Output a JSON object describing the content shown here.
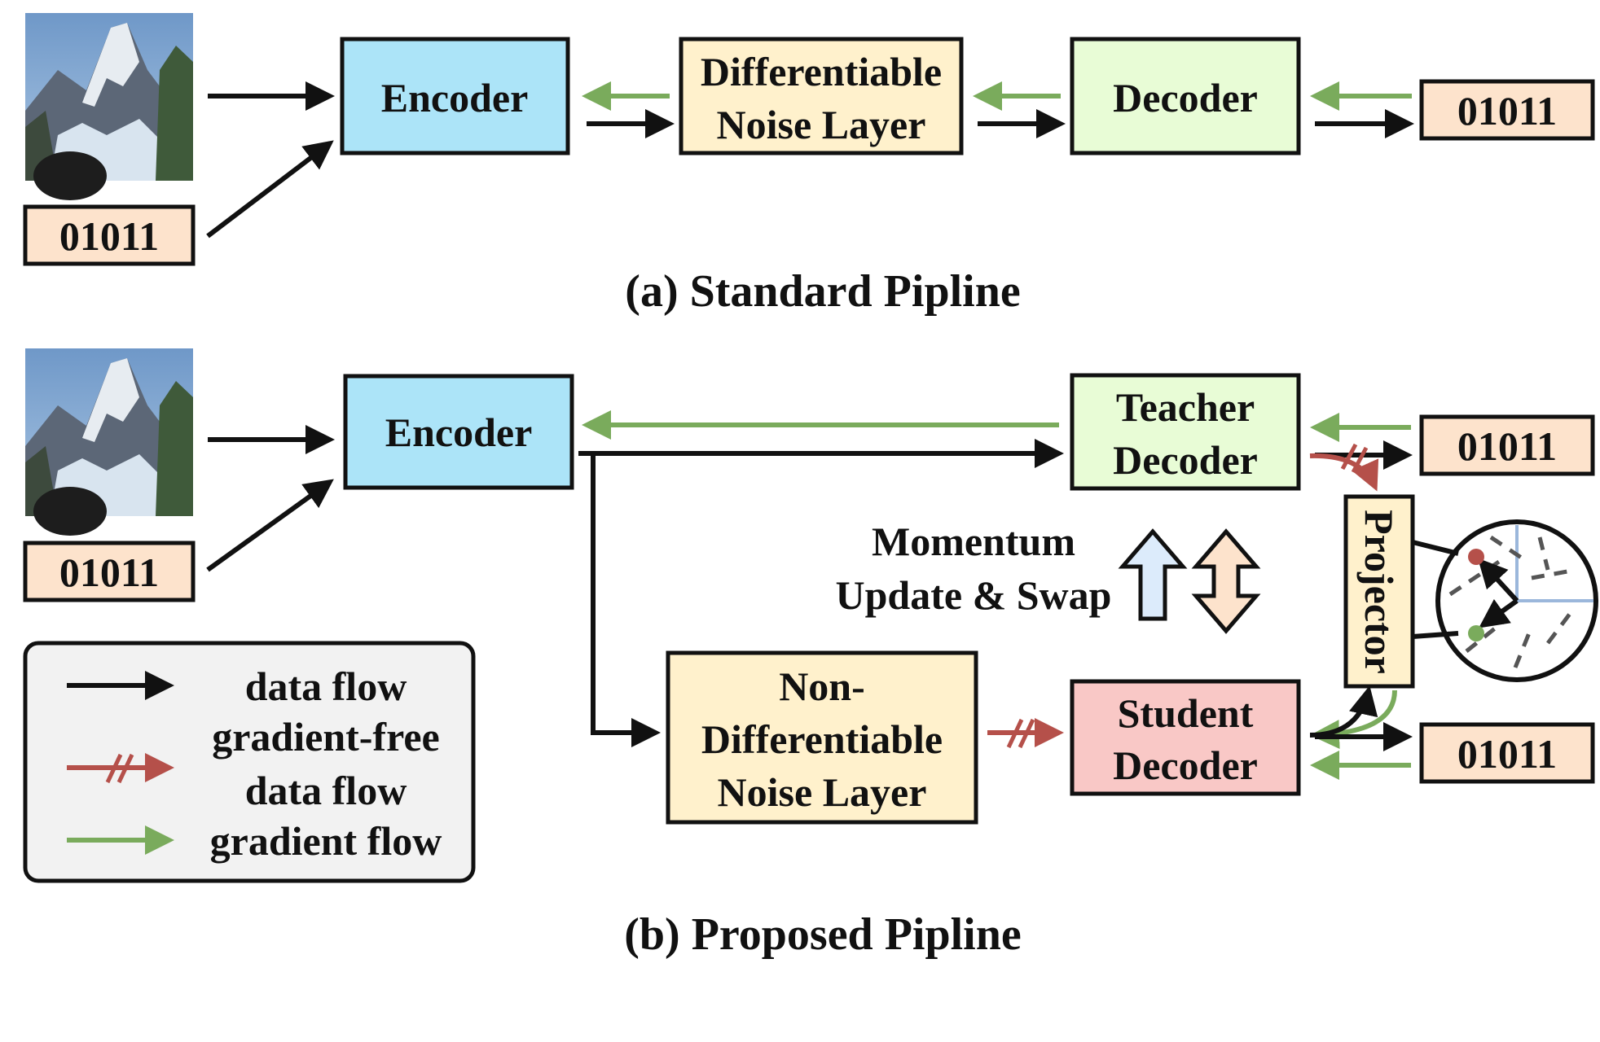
{
  "colors": {
    "encoder": "#ace4f8",
    "noise_layer": "#fff1cc",
    "decoder": "#e8fcd6",
    "student": "#f9c8c6",
    "message": "#fde3cc",
    "legend_bg": "#f2f2f2",
    "data_flow": "#111111",
    "gradient_free": "#b5504a",
    "gradient_flow": "#7aab5c",
    "up_arrow": "#dcebfb",
    "swap_arrow": "#fde3cc"
  },
  "standard": {
    "image_icon": "mountain-image-icon",
    "message_in": "01011",
    "encoder": "Encoder",
    "noise_line1": "Differentiable",
    "noise_line2": "Noise Layer",
    "decoder": "Decoder",
    "message_out": "01011",
    "caption": "(a) Standard Pipline"
  },
  "proposed": {
    "image_icon": "mountain-image-icon",
    "message_in": "01011",
    "encoder": "Encoder",
    "teacher_line1": "Teacher",
    "teacher_line2": "Decoder",
    "teacher_out": "01011",
    "momentum_line1": "Momentum",
    "momentum_line2": "Update & Swap",
    "noise_line1": "Non-",
    "noise_line2": "Differentiable",
    "noise_line3": "Noise Layer",
    "student_line1": "Student",
    "student_line2": "Decoder",
    "student_out": "01011",
    "projector": "Projector",
    "caption": "(b) Proposed Pipline"
  },
  "legend": {
    "data_flow": "data flow",
    "gradient_free_line1": "gradient-free",
    "gradient_free_line2": "data flow",
    "gradient_flow": "gradient flow"
  }
}
